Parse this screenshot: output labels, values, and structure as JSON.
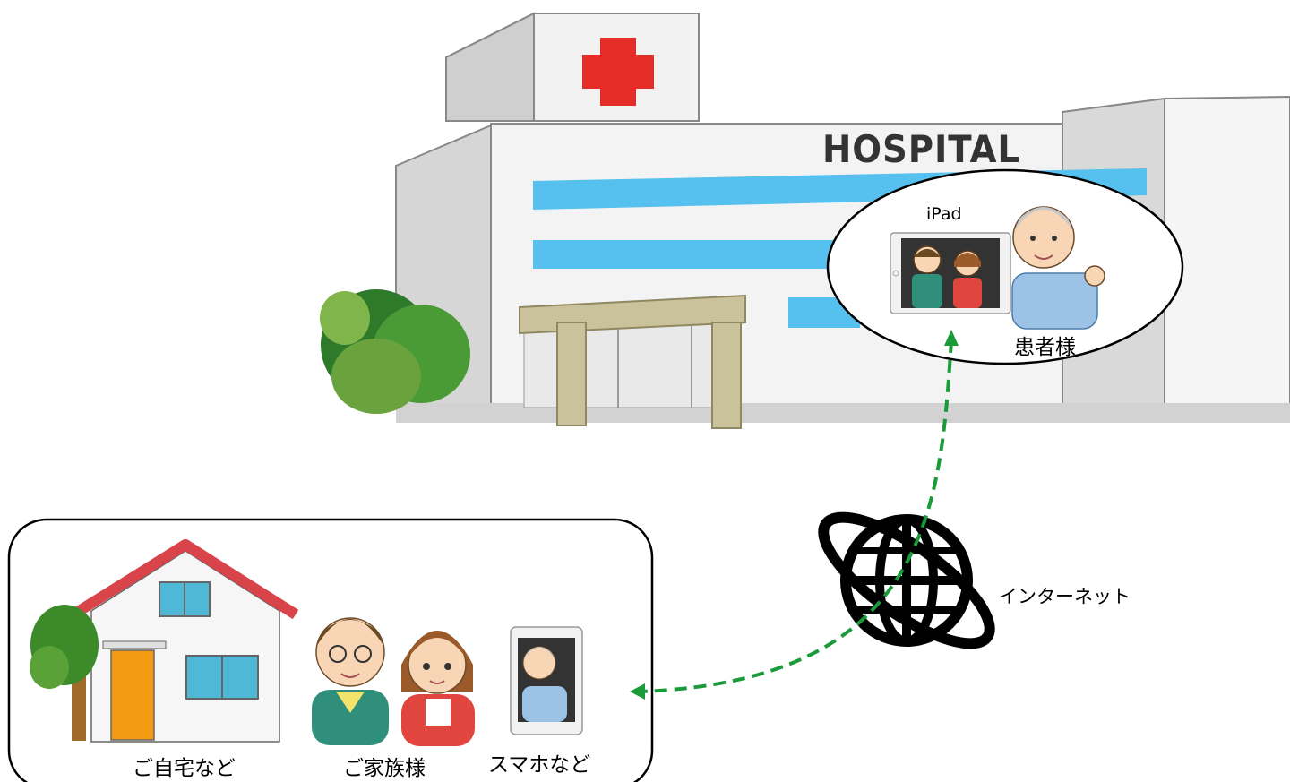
{
  "hospital": {
    "sign": "HOSPITAL"
  },
  "patient_bubble": {
    "device_label": "iPad",
    "person_label": "患者様"
  },
  "network": {
    "label": "インターネット"
  },
  "home_group": {
    "home_label": "ご自宅など",
    "family_label": "ご家族様",
    "device_label": "スマホなど"
  },
  "colors": {
    "red_cross": "#e52d27",
    "window_stripe": "#56c1ee",
    "arrow": "#1a9b3a",
    "roof": "#d9434a",
    "door": "#f39a12",
    "tree_green": "#3d8a2a"
  }
}
